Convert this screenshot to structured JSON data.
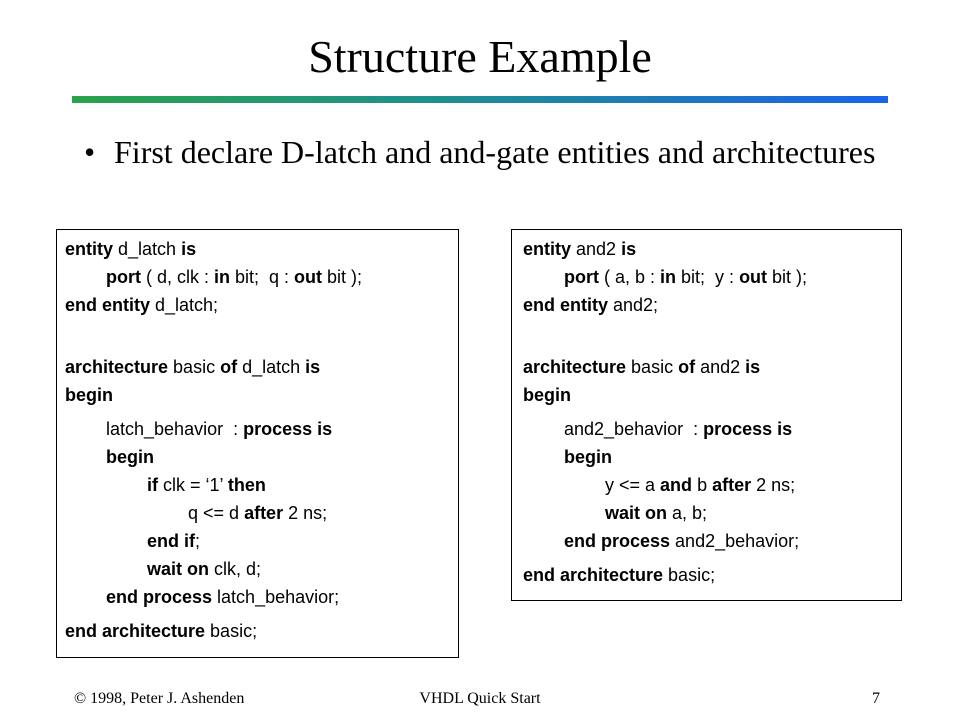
{
  "slide": {
    "title": "Structure Example",
    "bullet": "First declare D-latch and and-gate entities and architectures"
  },
  "left_code": [
    [
      [
        "entity",
        true
      ],
      [
        " d_latch ",
        false
      ],
      [
        "is",
        true
      ]
    ],
    [
      [
        "port",
        true
      ],
      [
        " ( d, clk : ",
        false
      ],
      [
        "in",
        true
      ],
      [
        " bit;  q : ",
        false
      ],
      [
        "out",
        true
      ],
      [
        " bit );",
        false
      ]
    ],
    [
      [
        "end entity",
        true
      ],
      [
        " d_latch;",
        false
      ]
    ],
    [
      [
        "architecture",
        true
      ],
      [
        " basic ",
        false
      ],
      [
        "of",
        true
      ],
      [
        " d_latch ",
        false
      ],
      [
        "is",
        true
      ]
    ],
    [
      [
        "begin",
        true
      ]
    ],
    [
      [
        "latch_behavior  : ",
        false
      ],
      [
        "process is",
        true
      ]
    ],
    [
      [
        "begin",
        true
      ]
    ],
    [
      [
        "if",
        true
      ],
      [
        " clk = ‘1’ ",
        false
      ],
      [
        "then",
        true
      ]
    ],
    [
      [
        "q <= d ",
        false
      ],
      [
        "after",
        true
      ],
      [
        " 2 ns;",
        false
      ]
    ],
    [
      [
        "end if",
        true
      ],
      [
        ";",
        false
      ]
    ],
    [
      [
        "wait on",
        true
      ],
      [
        " clk, d;",
        false
      ]
    ],
    [
      [
        "end process",
        true
      ],
      [
        " latch_behavior;",
        false
      ]
    ],
    [
      [
        "end architecture",
        true
      ],
      [
        " basic;",
        false
      ]
    ]
  ],
  "right_code": [
    [
      [
        "entity",
        true
      ],
      [
        " and2 ",
        false
      ],
      [
        "is",
        true
      ]
    ],
    [
      [
        "port",
        true
      ],
      [
        " ( a, b : ",
        false
      ],
      [
        "in",
        true
      ],
      [
        " bit;  y : ",
        false
      ],
      [
        "out",
        true
      ],
      [
        " bit );",
        false
      ]
    ],
    [
      [
        "end entity",
        true
      ],
      [
        " and2;",
        false
      ]
    ],
    [
      [
        "architecture",
        true
      ],
      [
        " basic ",
        false
      ],
      [
        "of",
        true
      ],
      [
        " and2 ",
        false
      ],
      [
        "is",
        true
      ]
    ],
    [
      [
        "begin",
        true
      ]
    ],
    [
      [
        "and2_behavior  : ",
        false
      ],
      [
        "process is",
        true
      ]
    ],
    [
      [
        "begin",
        true
      ]
    ],
    [
      [
        "y <= a ",
        false
      ],
      [
        "and",
        true
      ],
      [
        " b ",
        false
      ],
      [
        "after",
        true
      ],
      [
        " 2 ns;",
        false
      ]
    ],
    [
      [
        "wait on",
        true
      ],
      [
        " a, b;",
        false
      ]
    ],
    [
      [
        "end process",
        true
      ],
      [
        " and2_behavior;",
        false
      ]
    ],
    [
      [
        "end architecture",
        true
      ],
      [
        " basic;",
        false
      ]
    ]
  ],
  "footer": {
    "left": "© 1998, Peter J. Ashenden",
    "center": "VHDL Quick Start",
    "page": "7"
  },
  "colors": {
    "rule_start": "#2aa24a",
    "rule_end": "#1a63e8"
  }
}
